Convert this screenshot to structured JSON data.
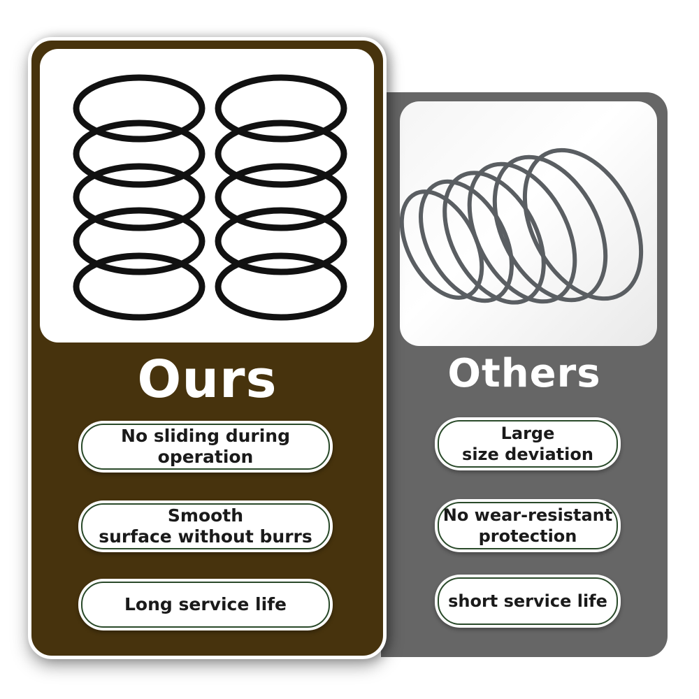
{
  "ours": {
    "title": "Ours",
    "features": [
      "No sliding during\noperation",
      "Smooth\nsurface without burrs",
      "Long service life"
    ],
    "accent_color": "#47330d",
    "ring_color": "#111111"
  },
  "others": {
    "title": "Others",
    "features": [
      "Large\nsize deviation",
      "No wear-resistant\nprotection",
      "short service life"
    ],
    "accent_color": "#666666",
    "ring_color": "#5a5e62"
  }
}
